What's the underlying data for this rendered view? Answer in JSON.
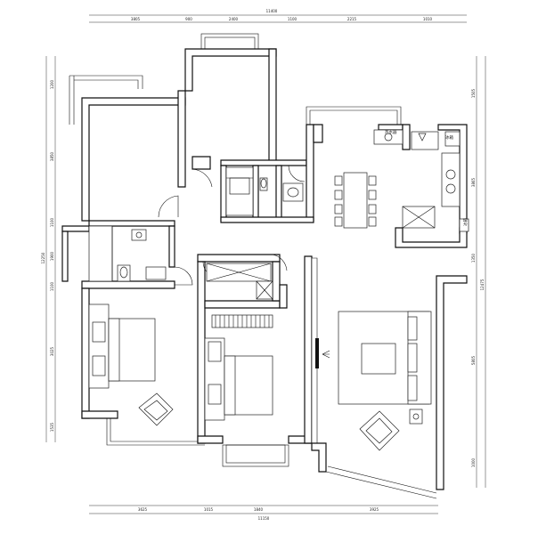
{
  "dimensions": {
    "top_total": "11400",
    "top_segments": [
      "3805",
      "900",
      "2400",
      "1100",
      "2215",
      "1010"
    ],
    "bottom_total": "11150",
    "bottom_segments": [
      "3625",
      "1015",
      "1840",
      "3925"
    ],
    "left_total": "12250",
    "left_segments": [
      "1200",
      "3850",
      "1100",
      "1900",
      "1100",
      "3025",
      "1535"
    ],
    "right_total": "12475",
    "right_segments": [
      "1505",
      "3865",
      "1350",
      "5805",
      "1000"
    ]
  },
  "labels": {
    "kitchen_label_1": "热水器",
    "kitchen_label_2": "冰箱",
    "kitchen_label_3": "冰箱"
  }
}
